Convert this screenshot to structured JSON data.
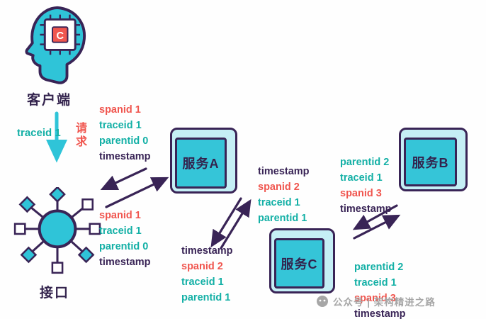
{
  "colors": {
    "teal": "#2fc4d8",
    "teal_text": "#14b0a6",
    "red": "#f0564f",
    "dark": "#392456",
    "box_fill": "#c5eff5",
    "watermark_gray": "#a6a6a6"
  },
  "nodes": {
    "client": {
      "label": "客户端",
      "chip_letter": "C"
    },
    "gateway": {
      "label": "接口"
    },
    "service_a": {
      "label": "服务A"
    },
    "service_b": {
      "label": "服务B"
    },
    "service_c": {
      "label": "服务C"
    }
  },
  "request": {
    "label": "请求",
    "traceid": "traceid 1"
  },
  "annotations": {
    "client_call": {
      "lines": [
        {
          "text": "spanid 1",
          "color": "#f0564f"
        },
        {
          "text": "traceid 1",
          "color": "#14b0a6"
        },
        {
          "text": "parentid 0",
          "color": "#14b0a6"
        },
        {
          "text": "timestamp",
          "color": "#392456"
        }
      ]
    },
    "gateway_call": {
      "lines": [
        {
          "text": "spanid 1",
          "color": "#f0564f"
        },
        {
          "text": "traceid 1",
          "color": "#14b0a6"
        },
        {
          "text": "parentid 0",
          "color": "#14b0a6"
        },
        {
          "text": "timestamp",
          "color": "#392456"
        }
      ]
    },
    "a_to_c_upper": {
      "lines": [
        {
          "text": "timestamp",
          "color": "#392456"
        },
        {
          "text": "spanid 2",
          "color": "#f0564f"
        },
        {
          "text": "traceid 1",
          "color": "#14b0a6"
        },
        {
          "text": "parentid 1",
          "color": "#14b0a6"
        }
      ]
    },
    "a_to_c_lower": {
      "lines": [
        {
          "text": "timestamp",
          "color": "#392456"
        },
        {
          "text": "spanid 2",
          "color": "#f0564f"
        },
        {
          "text": "traceid 1",
          "color": "#14b0a6"
        },
        {
          "text": "parentid 1",
          "color": "#14b0a6"
        }
      ]
    },
    "c_to_b_upper": {
      "lines": [
        {
          "text": "parentid 2",
          "color": "#14b0a6"
        },
        {
          "text": "traceid 1",
          "color": "#14b0a6"
        },
        {
          "text": "spanid 3",
          "color": "#f0564f"
        },
        {
          "text": "timestamp",
          "color": "#392456"
        }
      ]
    },
    "c_to_b_lower": {
      "lines": [
        {
          "text": "parentid 2",
          "color": "#14b0a6"
        },
        {
          "text": "traceid 1",
          "color": "#14b0a6"
        },
        {
          "text": "spanid 3",
          "color": "#f0564f"
        },
        {
          "text": "timestamp",
          "color": "#392456"
        }
      ]
    }
  },
  "watermark": {
    "text": "公众号 | 架构精进之路"
  }
}
